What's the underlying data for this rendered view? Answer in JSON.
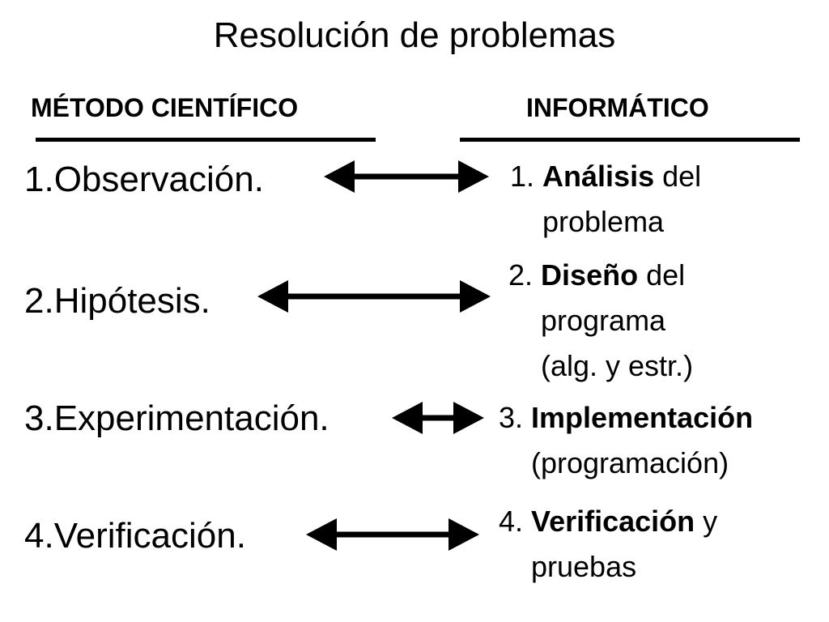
{
  "title": "Resolución de problemas",
  "columns": {
    "left_header": "MÉTODO CIENTÍFICO",
    "right_header": "INFORMÁTICO"
  },
  "left_steps": [
    "1.Observación.",
    "2.Hipótesis.",
    "3.Experimentación.",
    "4.Verificación."
  ],
  "right_steps": [
    {
      "number": "1.",
      "bold": "Análisis",
      "after": "del",
      "continuation": [
        "problema"
      ]
    },
    {
      "number": "2.",
      "bold": "Diseño",
      "after": "del",
      "continuation": [
        "programa",
        "(alg. y estr.)"
      ]
    },
    {
      "number": "3.",
      "bold": "Implementación",
      "after": "",
      "continuation": [
        "(programación)"
      ]
    },
    {
      "number": "4.",
      "bold": "Verificación",
      "after": "y",
      "continuation": [
        "pruebas"
      ]
    }
  ]
}
